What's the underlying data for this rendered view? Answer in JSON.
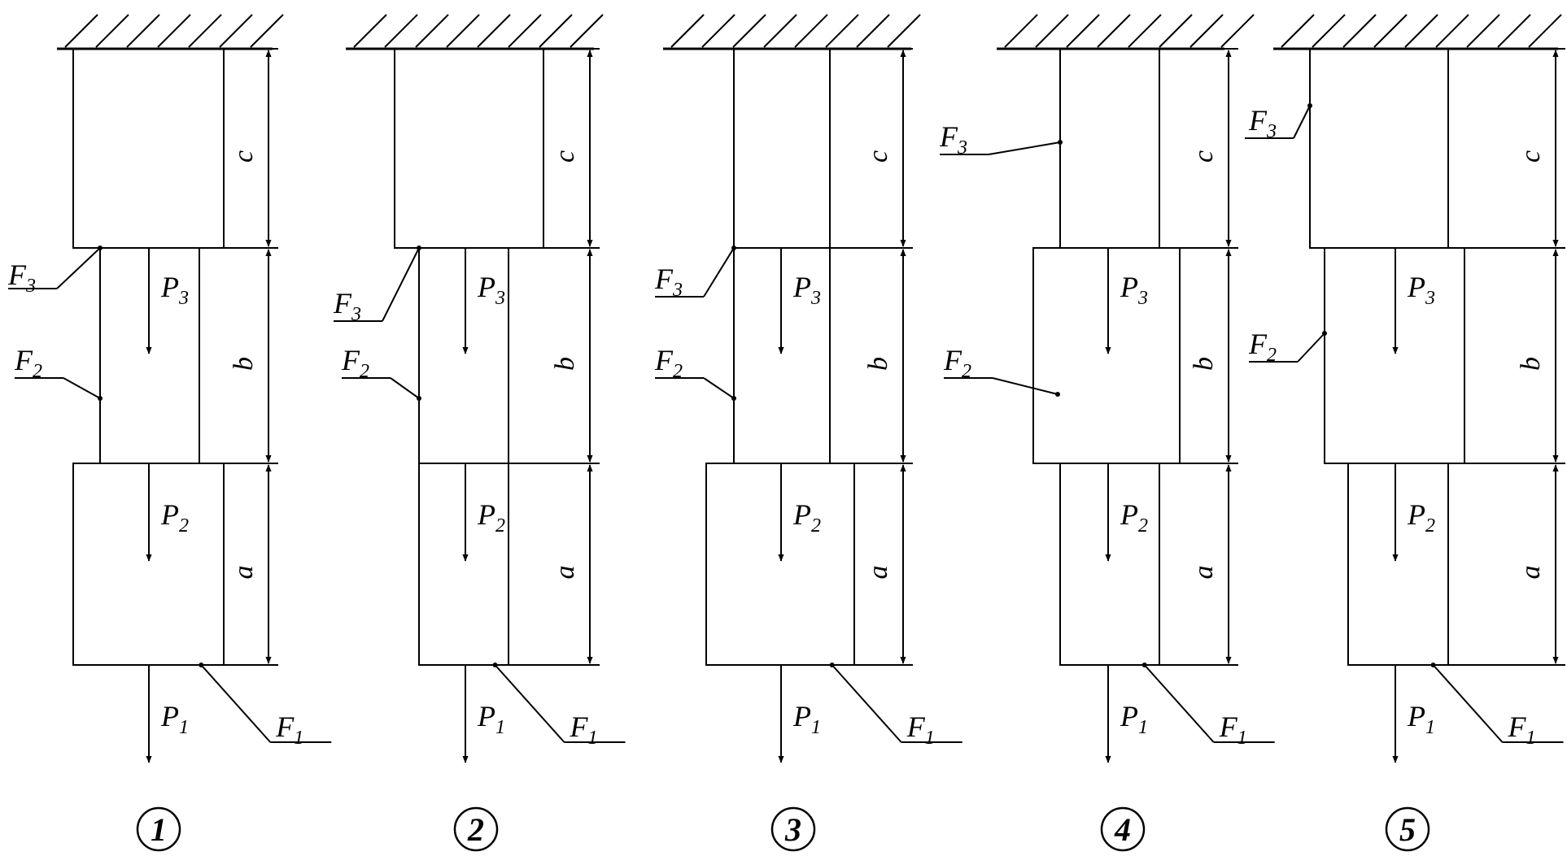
{
  "diagrams": [
    {
      "number": "1",
      "dims": [
        "c",
        "b",
        "a"
      ],
      "forces": [
        "P",
        "P",
        "P"
      ],
      "force_subs": [
        "1",
        "2",
        "3"
      ],
      "areas": [
        "F",
        "F",
        "F"
      ],
      "area_subs": [
        "1",
        "2",
        "3"
      ]
    },
    {
      "number": "2",
      "dims": [
        "c",
        "b",
        "a"
      ],
      "forces": [
        "P",
        "P",
        "P"
      ],
      "force_subs": [
        "1",
        "2",
        "3"
      ],
      "areas": [
        "F",
        "F",
        "F"
      ],
      "area_subs": [
        "1",
        "2",
        "3"
      ]
    },
    {
      "number": "3",
      "dims": [
        "c",
        "b",
        "a"
      ],
      "forces": [
        "P",
        "P",
        "P"
      ],
      "force_subs": [
        "1",
        "2",
        "3"
      ],
      "areas": [
        "F",
        "F",
        "F"
      ],
      "area_subs": [
        "1",
        "2",
        "3"
      ]
    },
    {
      "number": "4",
      "dims": [
        "c",
        "b",
        "a"
      ],
      "forces": [
        "P",
        "P",
        "P"
      ],
      "force_subs": [
        "1",
        "2",
        "3"
      ],
      "areas": [
        "F",
        "F",
        "F"
      ],
      "area_subs": [
        "1",
        "2",
        "3"
      ]
    },
    {
      "number": "5",
      "dims": [
        "c",
        "b",
        "a"
      ],
      "forces": [
        "P",
        "P",
        "P"
      ],
      "force_subs": [
        "1",
        "2",
        "3"
      ],
      "areas": [
        "F",
        "F",
        "F"
      ],
      "area_subs": [
        "1",
        "2",
        "3"
      ]
    }
  ]
}
